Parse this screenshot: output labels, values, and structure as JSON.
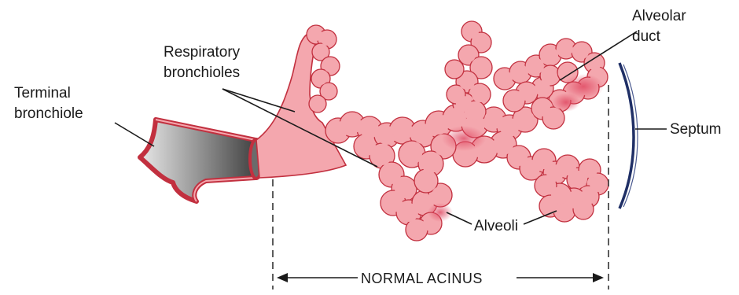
{
  "labels": {
    "terminal_bronchiole": [
      "Terminal",
      "bronchiole"
    ],
    "respiratory_bronchioles": [
      "Respiratory",
      "bronchioles"
    ],
    "alveolar_duct": [
      "Alveolar",
      "duct"
    ],
    "septum": "Septum",
    "alveoli": "Alveoli",
    "normal_acinus": "NORMAL ACINUS"
  },
  "colors": {
    "tissue_fill": "#f4a7ae",
    "tissue_outline": "#c2303f",
    "bronchiole_dark": "#555555",
    "septum_line": "#1f2f66"
  }
}
